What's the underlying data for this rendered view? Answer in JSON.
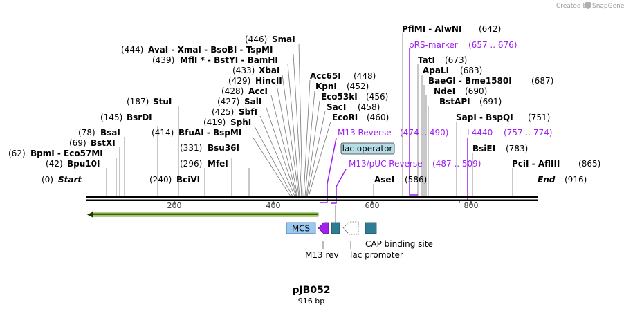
{
  "credit": {
    "text": "Created by",
    "brand": "SnapGene"
  },
  "plasmid": {
    "name": "pJB052",
    "length": "916 bp"
  },
  "colors": {
    "purple": "#a020f0",
    "teal": "#2e7d92",
    "lacop_fill": "#b6dde6",
    "mcs_fill": "#9ac8f0",
    "arrow_green": "#9fd24a"
  },
  "ends": {
    "start_pos": "(0)",
    "start_label": "Start",
    "end_label": "End",
    "end_pos": "(916)"
  },
  "ruler": [
    "200",
    "400",
    "600",
    "800"
  ],
  "sites": [
    {
      "pos": "(62)",
      "label": "BpmI  -  Eco57MI"
    },
    {
      "pos": "(42)",
      "label": "Bpu10I"
    },
    {
      "pos": "(69)",
      "label": "BstXI"
    },
    {
      "pos": "(78)",
      "label": "BsaI"
    },
    {
      "pos": "(145)",
      "label": "BsrDI"
    },
    {
      "pos": "(187)",
      "label": "StuI"
    },
    {
      "pos": "(240)",
      "label": "BciVI"
    },
    {
      "pos": "(296)",
      "label": "MfeI"
    },
    {
      "pos": "(331)",
      "label": "Bsu36I"
    },
    {
      "pos": "(414)",
      "label": "BfuAI  -  BspMI"
    },
    {
      "pos": "(419)",
      "label": "SphI"
    },
    {
      "pos": "(425)",
      "label": "SbfI"
    },
    {
      "pos": "(427)",
      "label": "SalI"
    },
    {
      "pos": "(428)",
      "label": "AccI"
    },
    {
      "pos": "(429)",
      "label": "HincII"
    },
    {
      "pos": "(433)",
      "label": "XbaI"
    },
    {
      "pos": "(439)",
      "label": "MflI * - BstYI  -  BamHI"
    },
    {
      "pos": "(444)",
      "label": "AvaI   -  XmaI   -  BsoBI  -  TspMI"
    },
    {
      "pos": "(446)",
      "label": "SmaI"
    },
    {
      "pos": "(448)",
      "label": "Acc65I"
    },
    {
      "pos": "(452)",
      "label": "KpnI"
    },
    {
      "pos": "(456)",
      "label": "Eco53kI"
    },
    {
      "pos": "(458)",
      "label": "SacI"
    },
    {
      "pos": "(460)",
      "label": "EcoRI"
    },
    {
      "pos": "(586)",
      "label": "AseI"
    },
    {
      "pos": "(642)",
      "label": "PflMI  -  AlwNI"
    },
    {
      "pos": "(673)",
      "label": "TatI"
    },
    {
      "pos": "(683)",
      "label": "ApaLI"
    },
    {
      "pos": "(687)",
      "label": "BaeGI  -  Bme1580I"
    },
    {
      "pos": "(690)",
      "label": "NdeI"
    },
    {
      "pos": "(691)",
      "label": "BstAPI"
    },
    {
      "pos": "(751)",
      "label": "SapI  -  BspQI"
    },
    {
      "pos": "(783)",
      "label": "BsiEI"
    },
    {
      "pos": "(865)",
      "label": "PciI  -  AflIII"
    }
  ],
  "primers": [
    {
      "label": "pRS-marker",
      "range": "(657 .. 676)"
    },
    {
      "label": "M13 Reverse",
      "range": "(474 .. 490)"
    },
    {
      "label": "L4440",
      "range": "(757 .. 774)"
    },
    {
      "label": "M13/pUC Reverse",
      "range": "(487 .. 509)"
    }
  ],
  "features": {
    "lac_operator": "lac operator",
    "mcs": "MCS",
    "m13_rev": "M13 rev",
    "lac_promoter": "lac promoter",
    "cap_site": "CAP binding site"
  }
}
